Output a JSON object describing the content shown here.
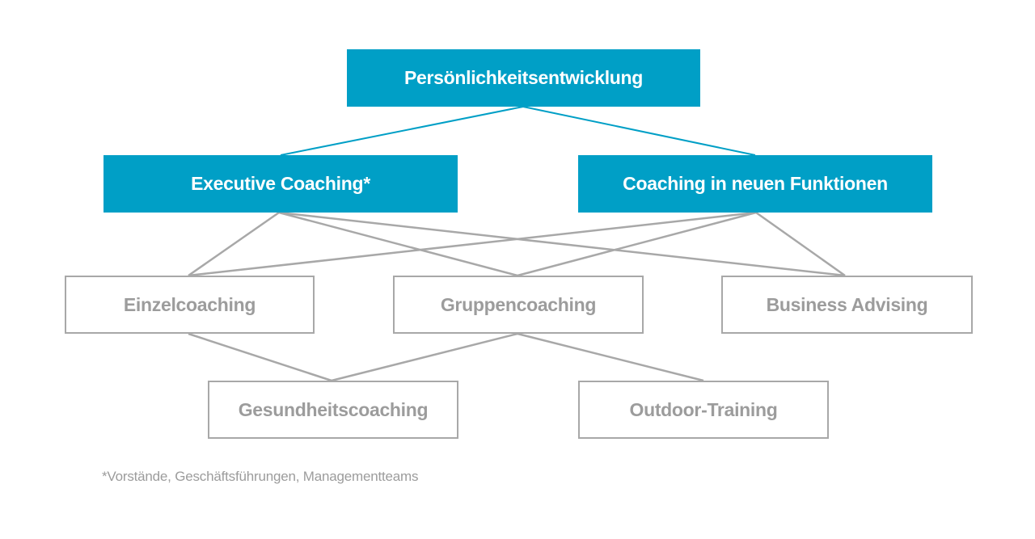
{
  "colors": {
    "primary_fill": "#009fc6",
    "primary_text": "#ffffff",
    "secondary_border": "#a8a8a8",
    "secondary_text": "#9c9c9c",
    "primary_connector": "#009fc6",
    "secondary_connector": "#a8a8a8"
  },
  "diagram": {
    "root": {
      "label": "Persönlichkeitsentwicklung"
    },
    "level2": {
      "executive": {
        "label": "Executive Coaching*"
      },
      "functions": {
        "label": "Coaching in neuen Funktionen"
      }
    },
    "level3": {
      "einzel": {
        "label": "Einzelcoaching"
      },
      "gruppen": {
        "label": "Gruppencoaching"
      },
      "business": {
        "label": "Business Advising"
      }
    },
    "level4": {
      "gesundheit": {
        "label": "Gesundheitscoaching"
      },
      "outdoor": {
        "label": "Outdoor-Training"
      }
    },
    "edges": [
      {
        "from": "root",
        "to": "executive",
        "style": "primary"
      },
      {
        "from": "root",
        "to": "functions",
        "style": "primary"
      },
      {
        "from": "executive",
        "to": "einzel",
        "style": "secondary"
      },
      {
        "from": "executive",
        "to": "gruppen",
        "style": "secondary"
      },
      {
        "from": "executive",
        "to": "business",
        "style": "secondary"
      },
      {
        "from": "functions",
        "to": "einzel",
        "style": "secondary"
      },
      {
        "from": "functions",
        "to": "gruppen",
        "style": "secondary"
      },
      {
        "from": "functions",
        "to": "business",
        "style": "secondary"
      },
      {
        "from": "einzel",
        "to": "gesundheit",
        "style": "secondary"
      },
      {
        "from": "gruppen",
        "to": "gesundheit",
        "style": "secondary"
      },
      {
        "from": "gruppen",
        "to": "outdoor",
        "style": "secondary"
      }
    ]
  },
  "footnote": "*Vorstände, Geschäftsführungen, Managementteams"
}
